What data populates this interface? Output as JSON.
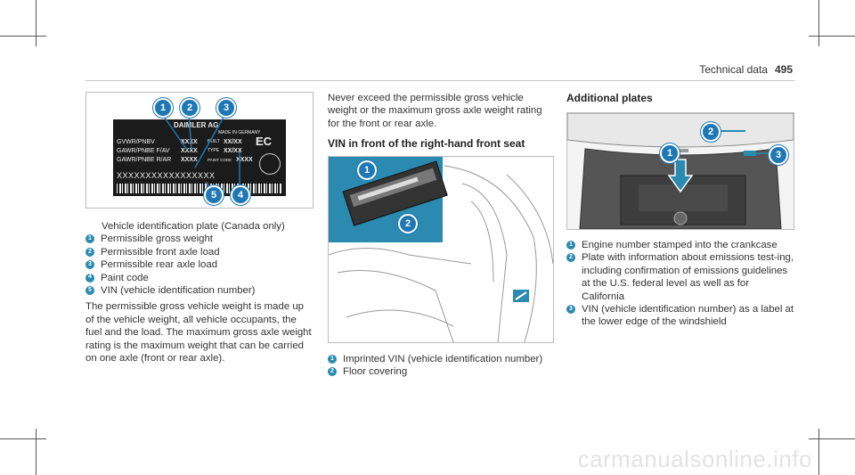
{
  "header": {
    "section": "Technical data",
    "page": "495"
  },
  "left": {
    "caption": "Vehicle identification plate (Canada only)",
    "legend": [
      {
        "n": "1",
        "text": "Permissible gross weight"
      },
      {
        "n": "2",
        "text": "Permissible front axle load"
      },
      {
        "n": "3",
        "text": "Permissible rear axle load"
      },
      {
        "n": "4",
        "text": "Paint code"
      },
      {
        "n": "5",
        "text": "VIN (vehicle identification number)"
      }
    ],
    "body": "The permissible gross vehicle weight is made up of the vehicle weight, all vehicle occupants, the fuel and the load. The maximum gross axle weight rating is the maximum weight that can be carried on one axle (front or rear axle).",
    "plate": {
      "brand": "DAIMLER AG",
      "made_in": "MADE IN GERMANY",
      "row1_label": "GVWR/PNBV",
      "row1_val": "XXXX",
      "row2_label": "GAWR/PNBE F/AV",
      "row2_val": "XXXX",
      "row3_label": "GAWR/PNBE R/AR",
      "row3_val": "XXXX",
      "built_label": "BUILT",
      "built_val": "XX/XX",
      "type_label": "TYPE",
      "type_val": "XX/XX",
      "paint_label": "PAINT CODE",
      "paint_val": "XXXX",
      "vin": "XXXXXXXXXXXXXXXXX",
      "ec": "EC"
    },
    "callouts": [
      "1",
      "2",
      "3",
      "4",
      "5"
    ]
  },
  "middle": {
    "intro": "Never exceed the permissible gross vehicle weight or the maximum gross axle weight rating for the front or rear axle.",
    "heading": "VIN in front of the right-hand front seat",
    "legend": [
      {
        "n": "1",
        "text": "Imprinted VIN (vehicle identification number)"
      },
      {
        "n": "2",
        "text": "Floor covering"
      }
    ],
    "callouts": [
      "1",
      "2"
    ]
  },
  "right": {
    "heading": "Additional plates",
    "legend": [
      {
        "n": "1",
        "text": "Engine number stamped into the crankcase"
      },
      {
        "n": "2",
        "text": "Plate with information about emissions test-ing, including confirmation of emissions guidelines at the U.S. federal level as well as for California"
      },
      {
        "n": "3",
        "text": "VIN (vehicle identification number) as a label at the lower edge of the windshield"
      }
    ],
    "callouts": [
      "1",
      "2",
      "3"
    ]
  },
  "watermark": "carmanualsonline.info"
}
